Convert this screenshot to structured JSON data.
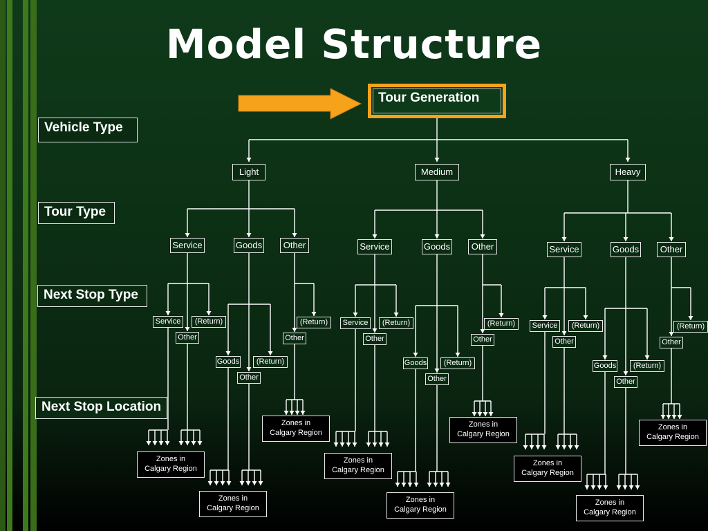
{
  "title": "Model Structure",
  "root": "Tour Generation",
  "level_labels": {
    "vehicle_type": "Vehicle Type",
    "tour_type": "Tour Type",
    "next_stop_type": "Next Stop Type",
    "next_stop_location": "Next Stop Location"
  },
  "vehicle_types": [
    "Light",
    "Medium",
    "Heavy"
  ],
  "tour_types": [
    "Service",
    "Goods",
    "Other"
  ],
  "next_stop_options": {
    "service": [
      "Service",
      "Other",
      "(Return)"
    ],
    "goods": [
      "Goods",
      "Other",
      "(Return)"
    ],
    "other": [
      "Other",
      "(Return)"
    ]
  },
  "zones_label": "Zones in\nCalgary Region",
  "colors": {
    "background": "#0c2f14",
    "arrow": "#f7a21b",
    "lines": "#ffffff",
    "stripe_light": "#4f8a22",
    "stripe_dark": "#2c5a16"
  }
}
